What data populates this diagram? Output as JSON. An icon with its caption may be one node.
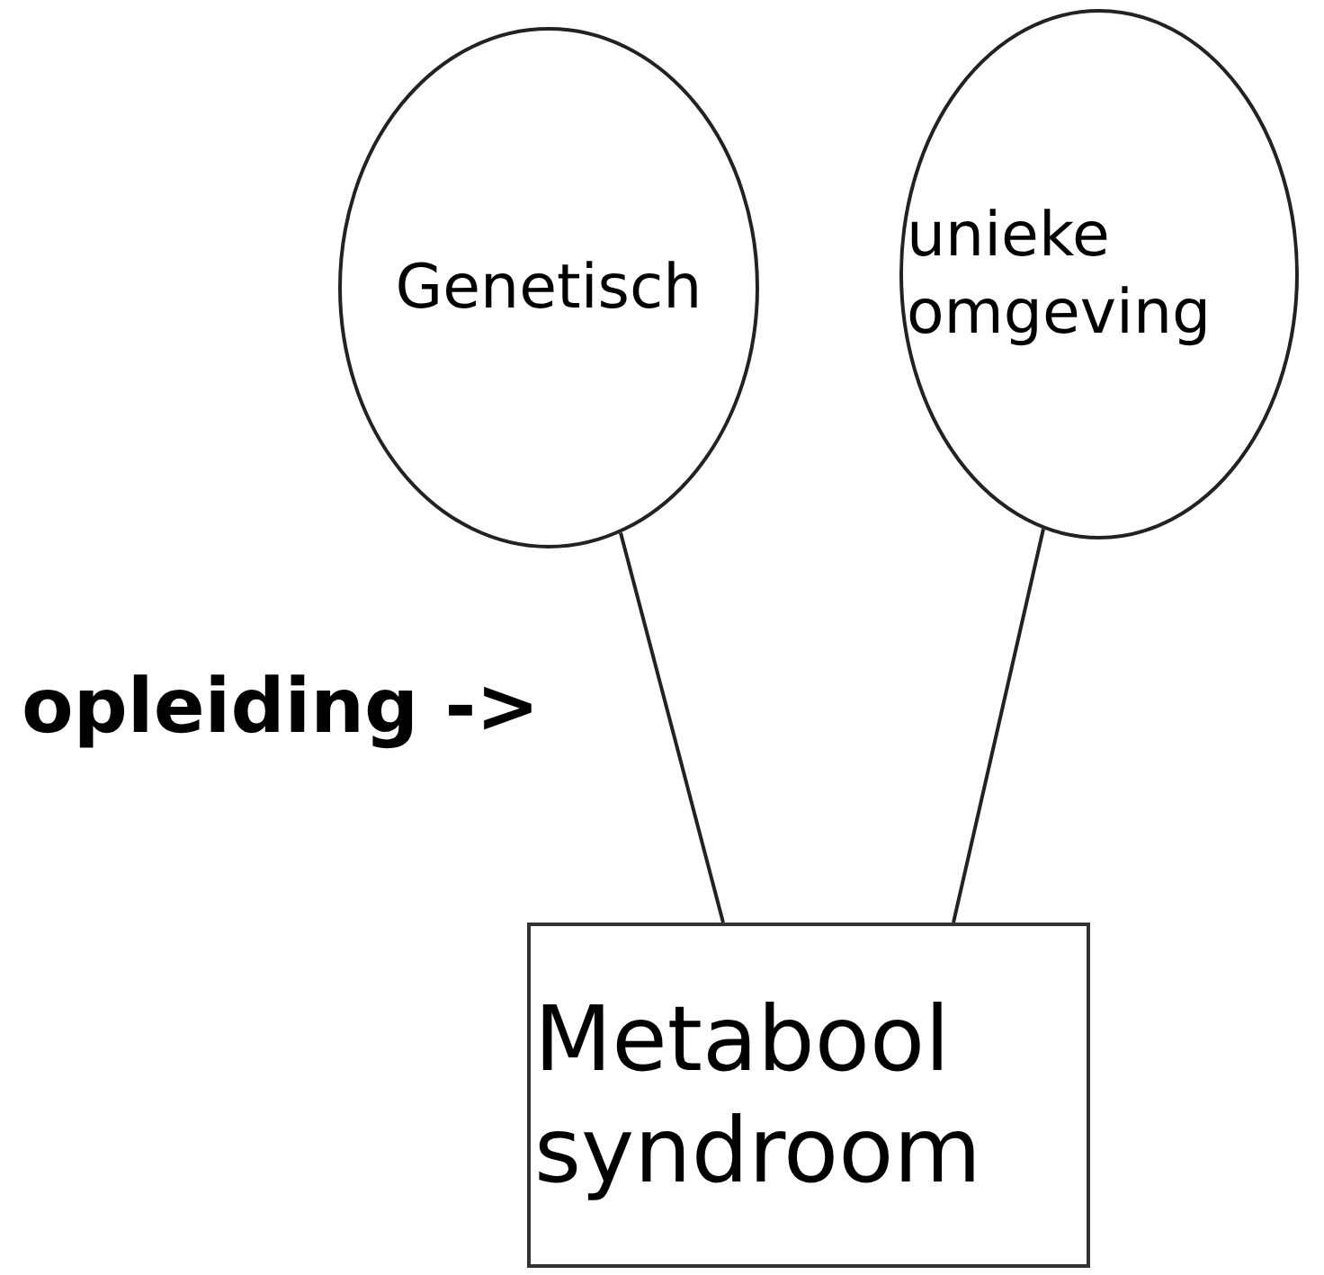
{
  "diagram": {
    "nodes": [
      {
        "text": [
          "Genetisch"
        ]
      },
      {
        "text": [
          "unieke omgeving"
        ]
      },
      {
        "text": [
          "Metabool syndroom"
        ]
      }
    ],
    "edges": [
      {
        "from": 0,
        "to": 2,
        "arrow": "none"
      },
      {
        "from": 1,
        "to": 2,
        "arrow": "none"
      }
    ],
    "labels": [
      "opleiding ->"
    ]
  }
}
